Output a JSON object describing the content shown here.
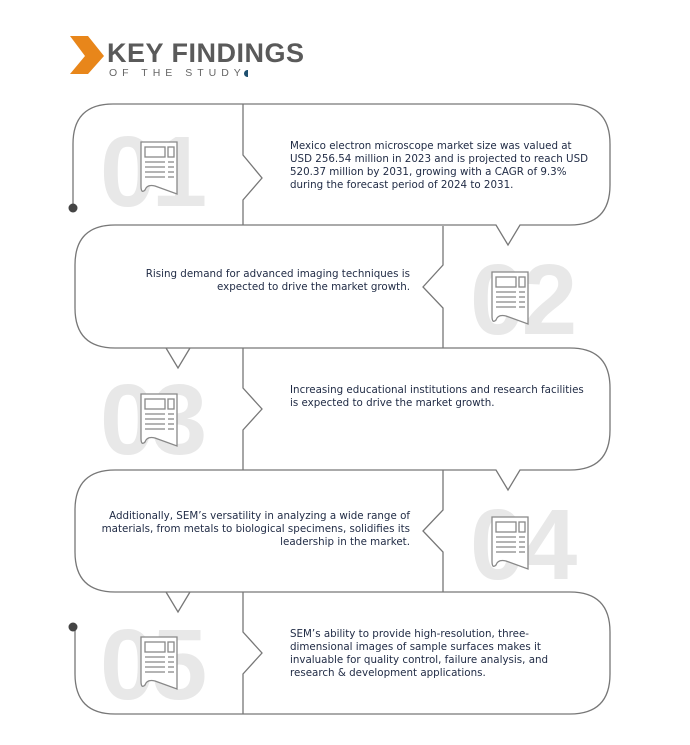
{
  "header": {
    "title": "KEY FINDINGS",
    "subtitle": "OF THE STUDY",
    "accent": "#e8861a"
  },
  "findings": [
    {
      "number": "01",
      "text": "Mexico electron microscope market size was valued at USD 256.54 million in 2023 and is projected to reach USD 520.37 million by 2031, growing with a CAGR of 9.3% during the forecast period of 2024 to 2031."
    },
    {
      "number": "02",
      "text": "Rising demand for advanced imaging techniques is expected to drive the market growth."
    },
    {
      "number": "03",
      "text": "Increasing educational institutions and research facilities is expected to drive the market growth."
    },
    {
      "number": "04",
      "text": "Additionally, SEM’s versatility in analyzing a wide range of materials, from metals to biological specimens, solidifies its leadership in the market."
    },
    {
      "number": "05",
      "text": "SEM’s ability to provide high-resolution, three-dimensional images of sample surfaces makes it invaluable for quality control, failure analysis, and research & development applications."
    }
  ]
}
